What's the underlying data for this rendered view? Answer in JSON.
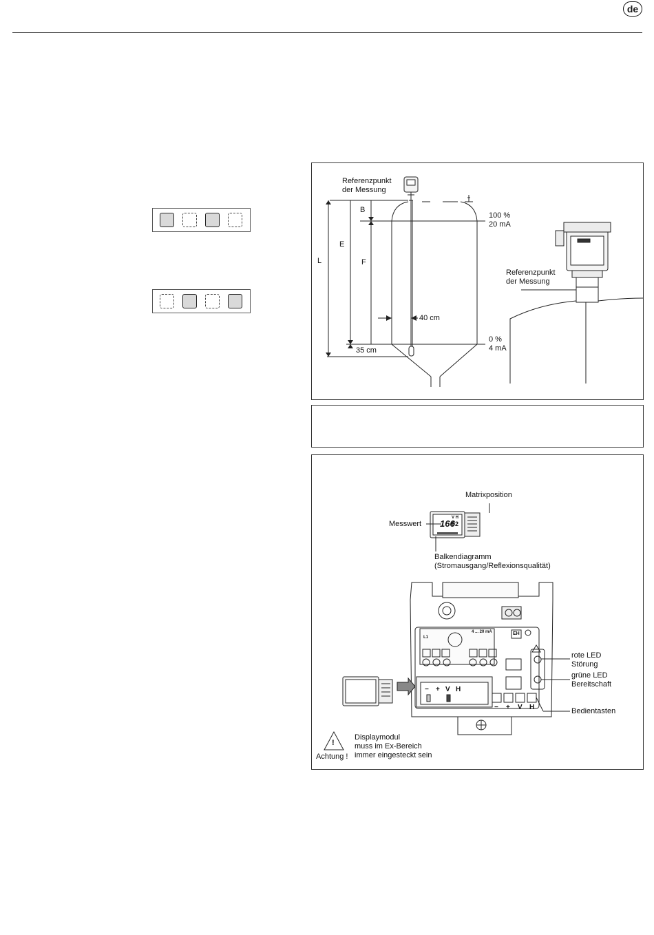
{
  "header": {
    "language_badge": "de"
  },
  "key_diagrams": [
    {
      "keys": [
        "solid",
        "dashed",
        "solid",
        "dashed"
      ]
    },
    {
      "keys": [
        "dashed",
        "solid",
        "dashed",
        "solid"
      ]
    }
  ],
  "tank_diagram": {
    "reference_point_1": "Referenzpunkt",
    "reference_point_2": "der Messung",
    "label_B": "B",
    "label_E": "E",
    "label_F": "F",
    "label_L": "L",
    "full_pct": "100 %",
    "full_ma": "20 mA",
    "empty_pct": "0 %",
    "empty_ma": "4 mA",
    "dist_40": "40 cm",
    "dist_35": "35 cm",
    "sensor_reference_1": "Referenzpunkt",
    "sensor_reference_2": "der Messung"
  },
  "electronics_diagram": {
    "matrix_position": "Matrixposition",
    "measured_value": "Messwert",
    "display_reading": "166",
    "display_position": "02",
    "display_vh": "V H",
    "bar_graph_1": "Balkendiagramm",
    "bar_graph_2": "(Stromausgang/Reflexionsqualität)",
    "red_led_1": "rote LED",
    "red_led_2": "Störung",
    "green_led_1": "grüne LED",
    "green_led_2": "Bereitschaft",
    "operating_keys": "Bedientasten",
    "terminal_top": "4 ... 20 mA",
    "terminal_left": "L1",
    "module_keys": [
      "−",
      "+",
      "V",
      "H"
    ],
    "panel_keys": [
      "−",
      "+",
      "V",
      "H"
    ],
    "warning_label": "Achtung !",
    "warning_1": "Displaymodul",
    "warning_2": "muss im Ex-Bereich",
    "warning_3": "immer eingesteckt sein",
    "eh_logo": "EH"
  }
}
